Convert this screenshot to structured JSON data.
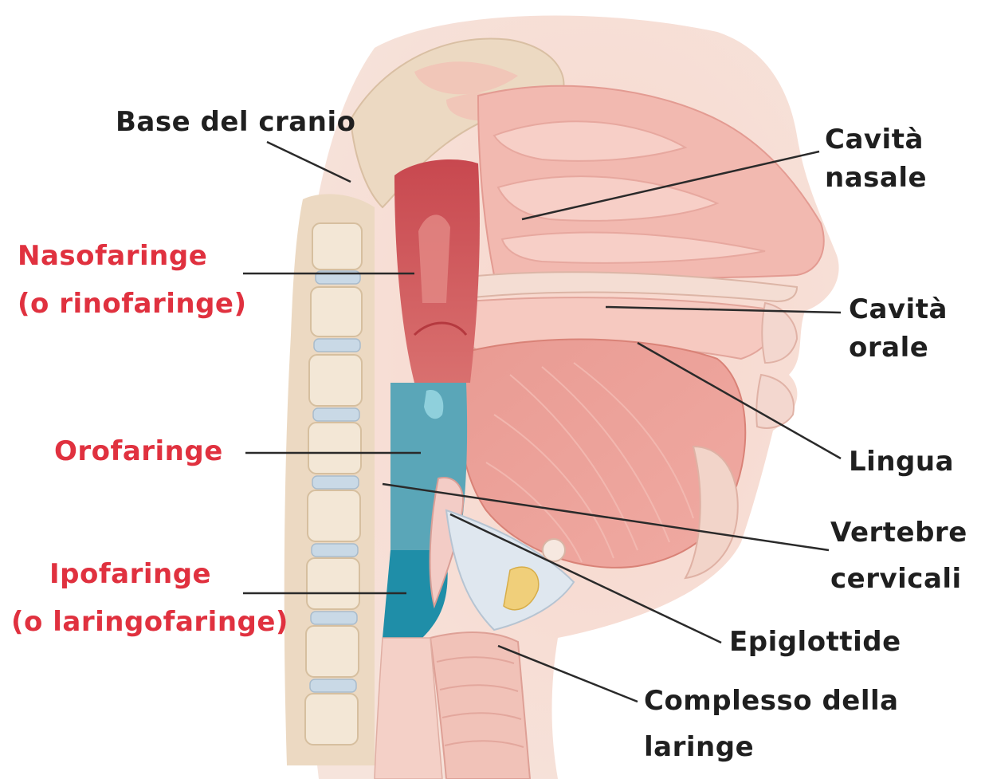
{
  "labels": {
    "base_cranio": "Base del cranio",
    "cavita_nasale_1": "Cavità",
    "cavita_nasale_2": "nasale",
    "nasofaringe_1": "Nasofaringe",
    "nasofaringe_2": "(o rinofaringe)",
    "cavita_orale_1": "Cavità",
    "cavita_orale_2": "orale",
    "lingua": "Lingua",
    "orofaringe": "Orofaringe",
    "vertebre_1": "Vertebre",
    "vertebre_2": "cervicali",
    "ipofaringe_1": "Ipofaringe",
    "ipofaringe_2": "(o laringofaringe)",
    "epiglottide": "Epiglottide",
    "complesso_1": "Complesso della",
    "complesso_2": "laringe"
  },
  "colors": {
    "pharynx_label": "#e0313f",
    "anatomy_label": "#1f1f1f",
    "nasopharynx": "#cf5a5e",
    "oropharynx": "#5aa6b8",
    "hypopharynx": "#1f8ea8",
    "tissue": "#f0b3ad",
    "bone": "#ecd9c2",
    "skin": "#f6d3c8"
  }
}
